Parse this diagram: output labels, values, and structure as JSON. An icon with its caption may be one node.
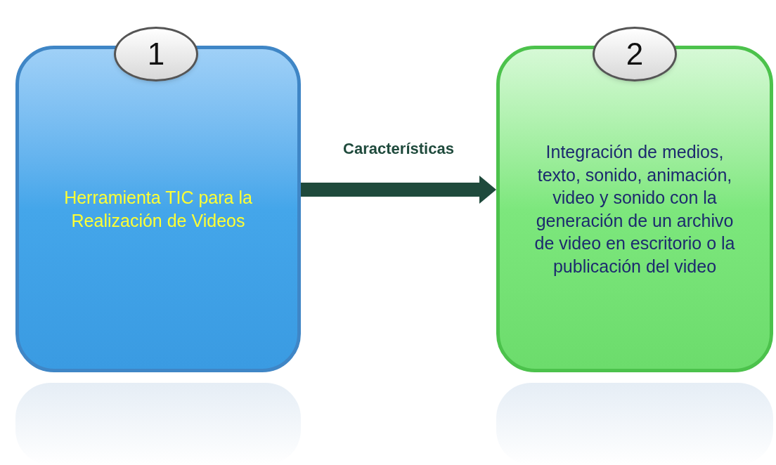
{
  "diagram": {
    "nodes": [
      {
        "text": [
          "Herramienta TIC para la Realización de Videos"
        ]
      },
      {
        "text": [
          "1"
        ]
      },
      {
        "text": [
          "Integración  de medios, texto, sonido, animación, video y sonido con  la generación de un archivo de video en escritorio o la publicación del video"
        ]
      },
      {
        "text": [
          "2"
        ]
      },
      {
        "text": [],
        "shape": "box"
      },
      {
        "text": [],
        "shape": "box"
      }
    ],
    "edges": [
      {
        "from": 0,
        "to": 2,
        "arrow": "to",
        "label": "Características"
      }
    ]
  }
}
